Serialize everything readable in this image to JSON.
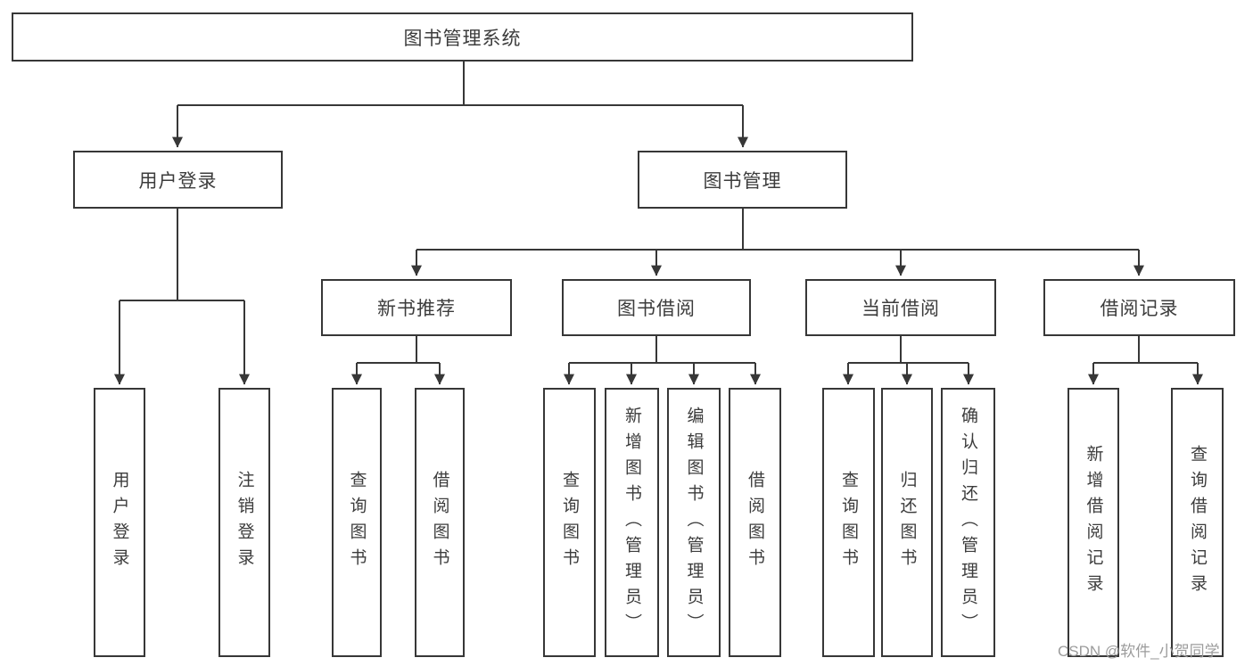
{
  "diagram": {
    "type": "tree",
    "colors": {
      "line": "#373737",
      "box_border": "#373737",
      "text": "#3c3c3c",
      "watermark": "#9c9c9c",
      "background": "#ffffff"
    },
    "root": {
      "label": "图书管理系统"
    },
    "branches": [
      {
        "label": "用户登录",
        "children": [
          {
            "label": "用户登录"
          },
          {
            "label": "注销登录"
          }
        ]
      },
      {
        "label": "图书管理",
        "children": [
          {
            "label": "新书推荐",
            "children": [
              {
                "label": "查询图书"
              },
              {
                "label": "借阅图书"
              }
            ]
          },
          {
            "label": "图书借阅",
            "children": [
              {
                "label": "查询图书"
              },
              {
                "label": "新增图书（管理员）"
              },
              {
                "label": "编辑图书（管理员）"
              },
              {
                "label": "借阅图书"
              }
            ]
          },
          {
            "label": "当前借阅",
            "children": [
              {
                "label": "查询图书"
              },
              {
                "label": "归还图书"
              },
              {
                "label": "确认归还（管理员）"
              }
            ]
          },
          {
            "label": "借阅记录",
            "children": [
              {
                "label": "新增借阅记录"
              },
              {
                "label": "查询借阅记录"
              }
            ]
          }
        ]
      }
    ],
    "watermark": "CSDN @软件_小贺同学"
  }
}
